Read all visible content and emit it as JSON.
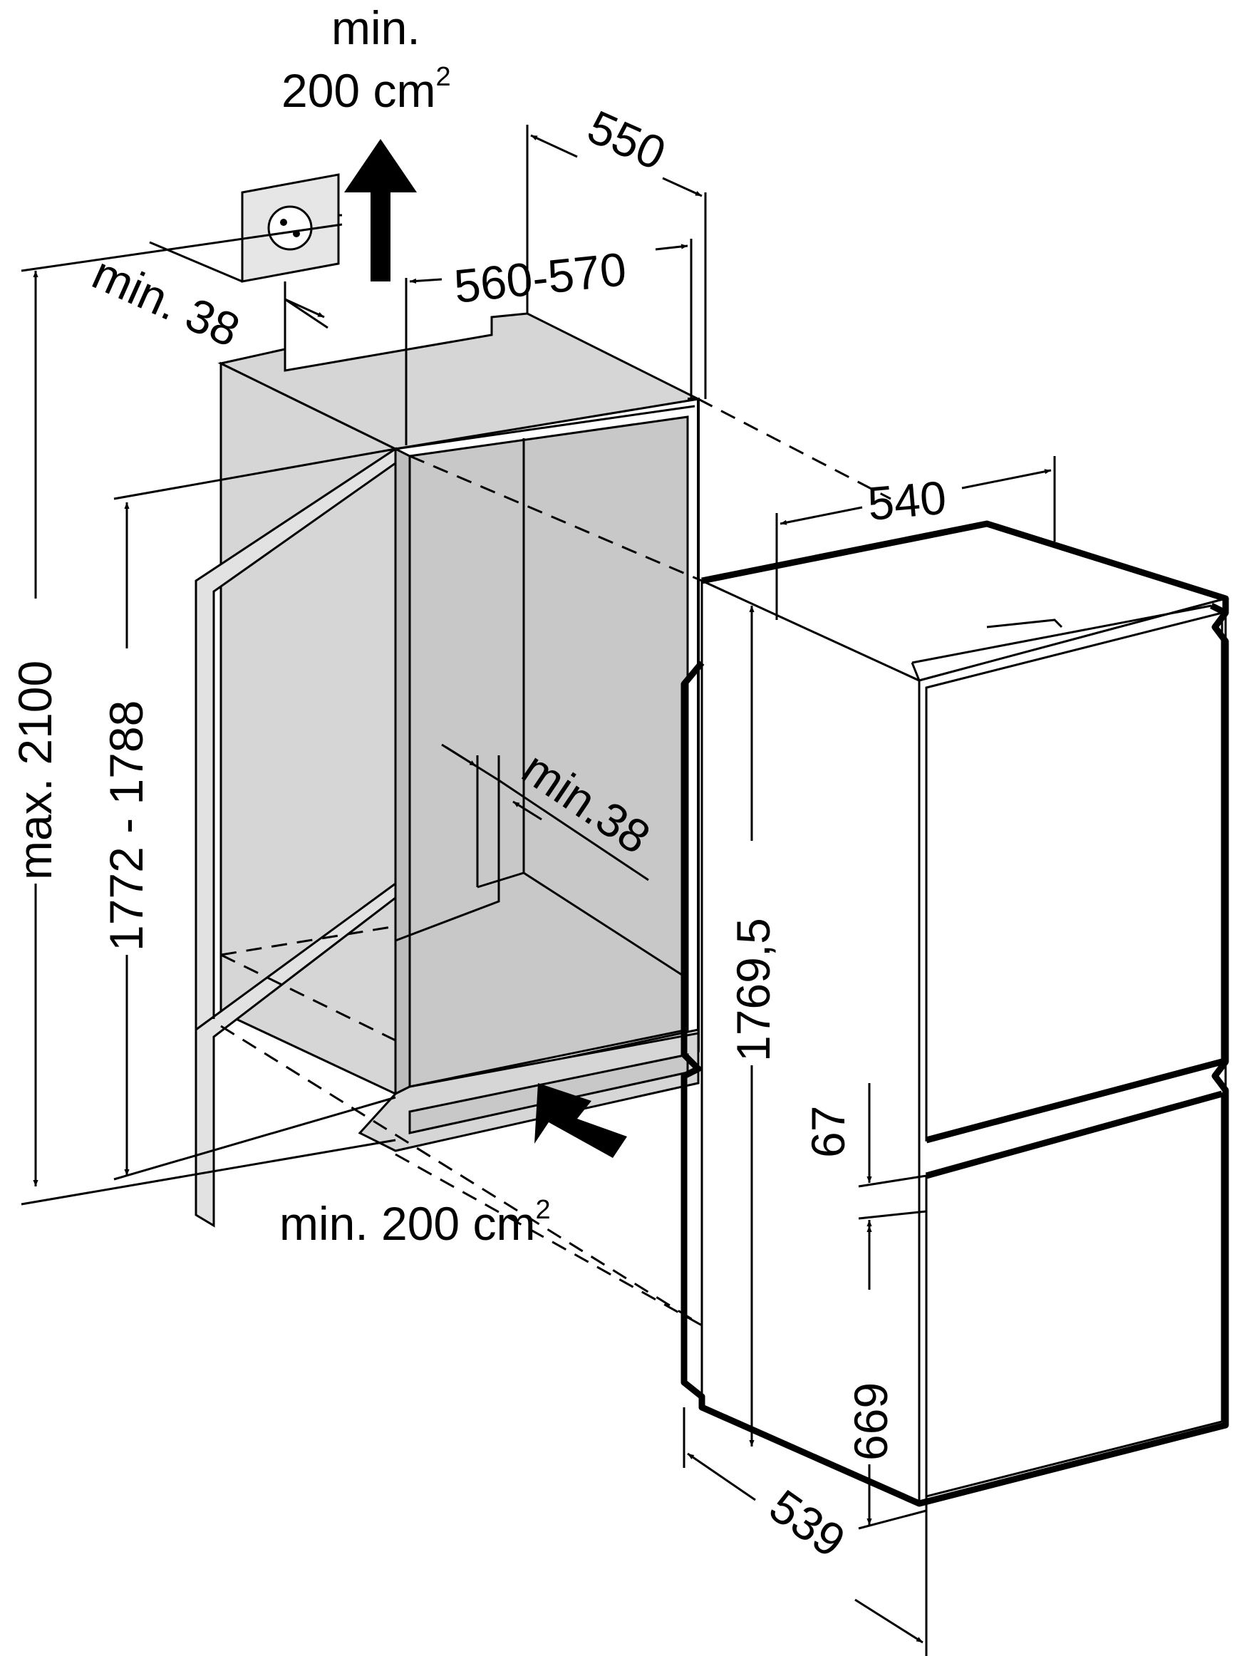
{
  "labels": {
    "top_vent_min": "min.",
    "top_vent_area": "200 cm",
    "top_vent_sup": "2",
    "depth_550": "550",
    "width_560_570": "560-570",
    "socket_gap_min38": "min. 38",
    "max_2100": "max. 2100",
    "height_1772_1788": "1772 - 1788",
    "rear_gap_min38": "min.38",
    "width_540": "540",
    "height_1769_5": "1769,5",
    "gap_67": "67",
    "height_669": "669",
    "depth_539": "539",
    "bottom_vent_area": "min. 200 cm",
    "bottom_vent_sup": "2"
  },
  "colors": {
    "niche_fill": "#c8c8c8",
    "niche_side": "#d6d6d6",
    "line": "#000000",
    "background": "#ffffff"
  },
  "icons": {
    "socket": "power-socket-icon",
    "up_arrow": "airflow-up-arrow-icon",
    "inflow_arrow": "airflow-in-arrow-icon"
  }
}
